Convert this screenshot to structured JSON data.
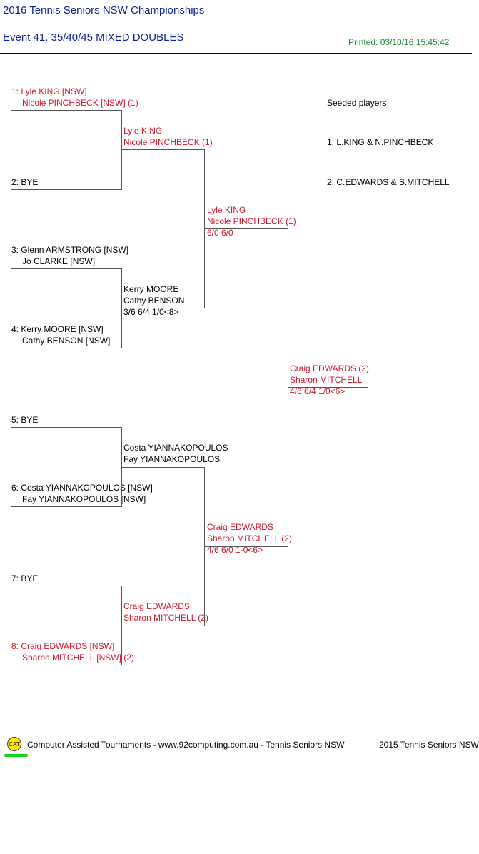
{
  "header": {
    "title": "2016 Tennis Seniors NSW Championships",
    "event": "Event 41. 35/40/45 MIXED DOUBLES",
    "printed": "Printed: 03/10/16 15:45:42"
  },
  "seeds": {
    "heading": "Seeded players",
    "items": [
      "1: L.KING & N.PINCHBECK",
      "2: C.EDWARDS & S.MITCHELL"
    ]
  },
  "round1": [
    {
      "line1": "1: Lyle KING [NSW]",
      "line2": "Nicole PINCHBECK [NSW] (1)"
    },
    {
      "line1": "2: BYE",
      "line2": ""
    },
    {
      "line1": "3: Glenn ARMSTRONG [NSW]",
      "line2": "Jo CLARKE [NSW]"
    },
    {
      "line1": "4: Kerry MOORE [NSW]",
      "line2": "Cathy BENSON [NSW]"
    },
    {
      "line1": "5: BYE",
      "line2": ""
    },
    {
      "line1": "6: Costa YIANNAKOPOULOS [NSW]",
      "line2": "Fay YIANNAKOPOULOS [NSW]"
    },
    {
      "line1": "7: BYE",
      "line2": ""
    },
    {
      "line1": "8: Craig EDWARDS [NSW]",
      "line2": "Sharon MITCHELL [NSW] (2)"
    }
  ],
  "round2": [
    {
      "line1": "Lyle KING",
      "line2": "Nicole PINCHBECK (1)",
      "score": ""
    },
    {
      "line1": "Kerry MOORE",
      "line2": "Cathy BENSON",
      "score": "3/6 6/4 1/0<8>"
    },
    {
      "line1": "Costa YIANNAKOPOULOS",
      "line2": "Fay YIANNAKOPOULOS",
      "score": ""
    },
    {
      "line1": "Craig EDWARDS",
      "line2": "Sharon MITCHELL (2)",
      "score": ""
    }
  ],
  "semis": [
    {
      "line1": "Lyle KING",
      "line2": "Nicole PINCHBECK (1)",
      "score": "6/0 6/0"
    },
    {
      "line1": "Craig EDWARDS",
      "line2": "Sharon MITCHELL (2)",
      "score": "4/6 6/0 1-0<6>"
    }
  ],
  "final": {
    "line1": "Craig EDWARDS (2)",
    "line2": "Sharon MITCHELL",
    "score": "4/6 6/4 1/0<6>"
  },
  "footer": {
    "logo_text": "CAT",
    "left": "Computer Assisted Tournaments - www.92computing.com.au -  Tennis Seniors NSW",
    "right": "2015 Tennis Seniors NSW"
  }
}
